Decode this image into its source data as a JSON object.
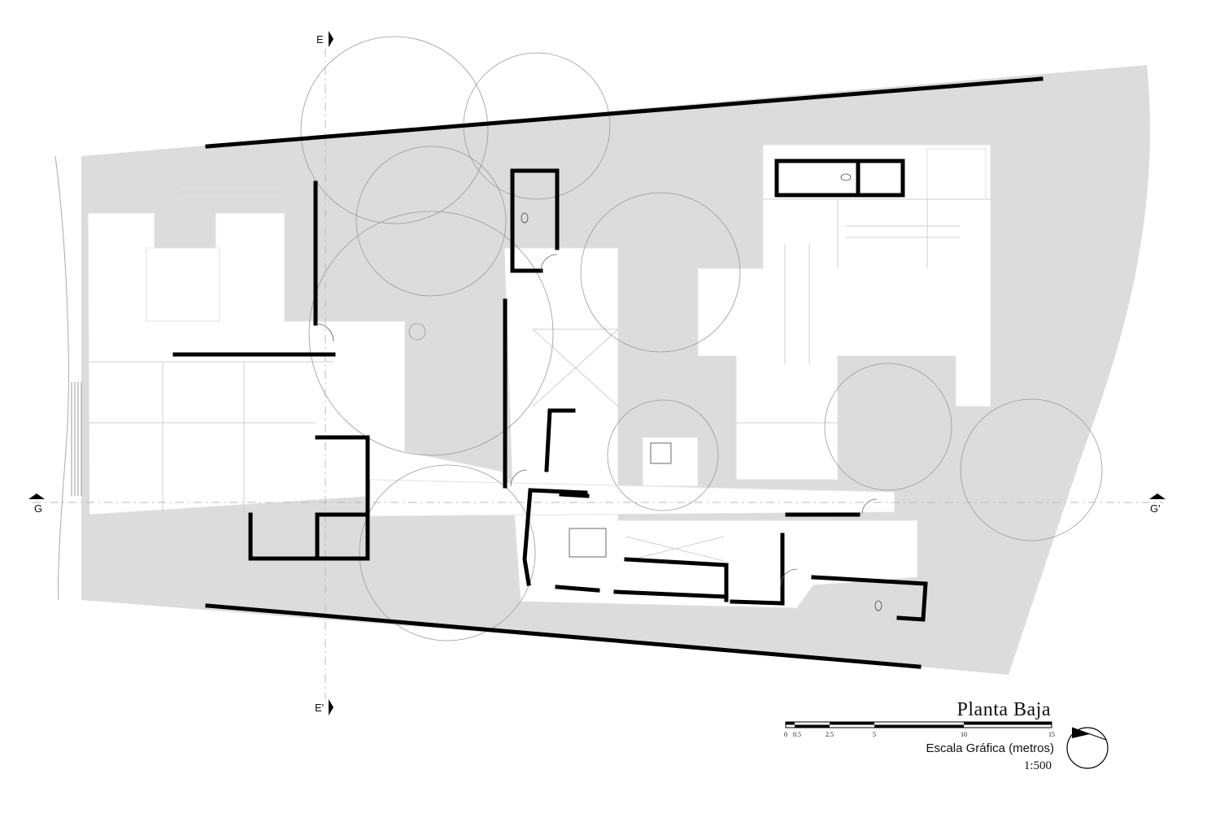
{
  "drawing": {
    "title": "Planta Baja",
    "scale_caption": "Escala Gráfica (metros)",
    "scale_ratio": "1:500",
    "scale_ticks": [
      "0",
      "0.5",
      "2.5",
      "5",
      "10",
      "15"
    ]
  },
  "section_markers": {
    "e_top": "E",
    "e_bottom": "E'",
    "g_left": "G",
    "g_right": "G'"
  },
  "colors": {
    "site": "#dcdcdc",
    "interior": "#ffffff",
    "walls": "#000000",
    "lines": "#cfcfcf"
  }
}
